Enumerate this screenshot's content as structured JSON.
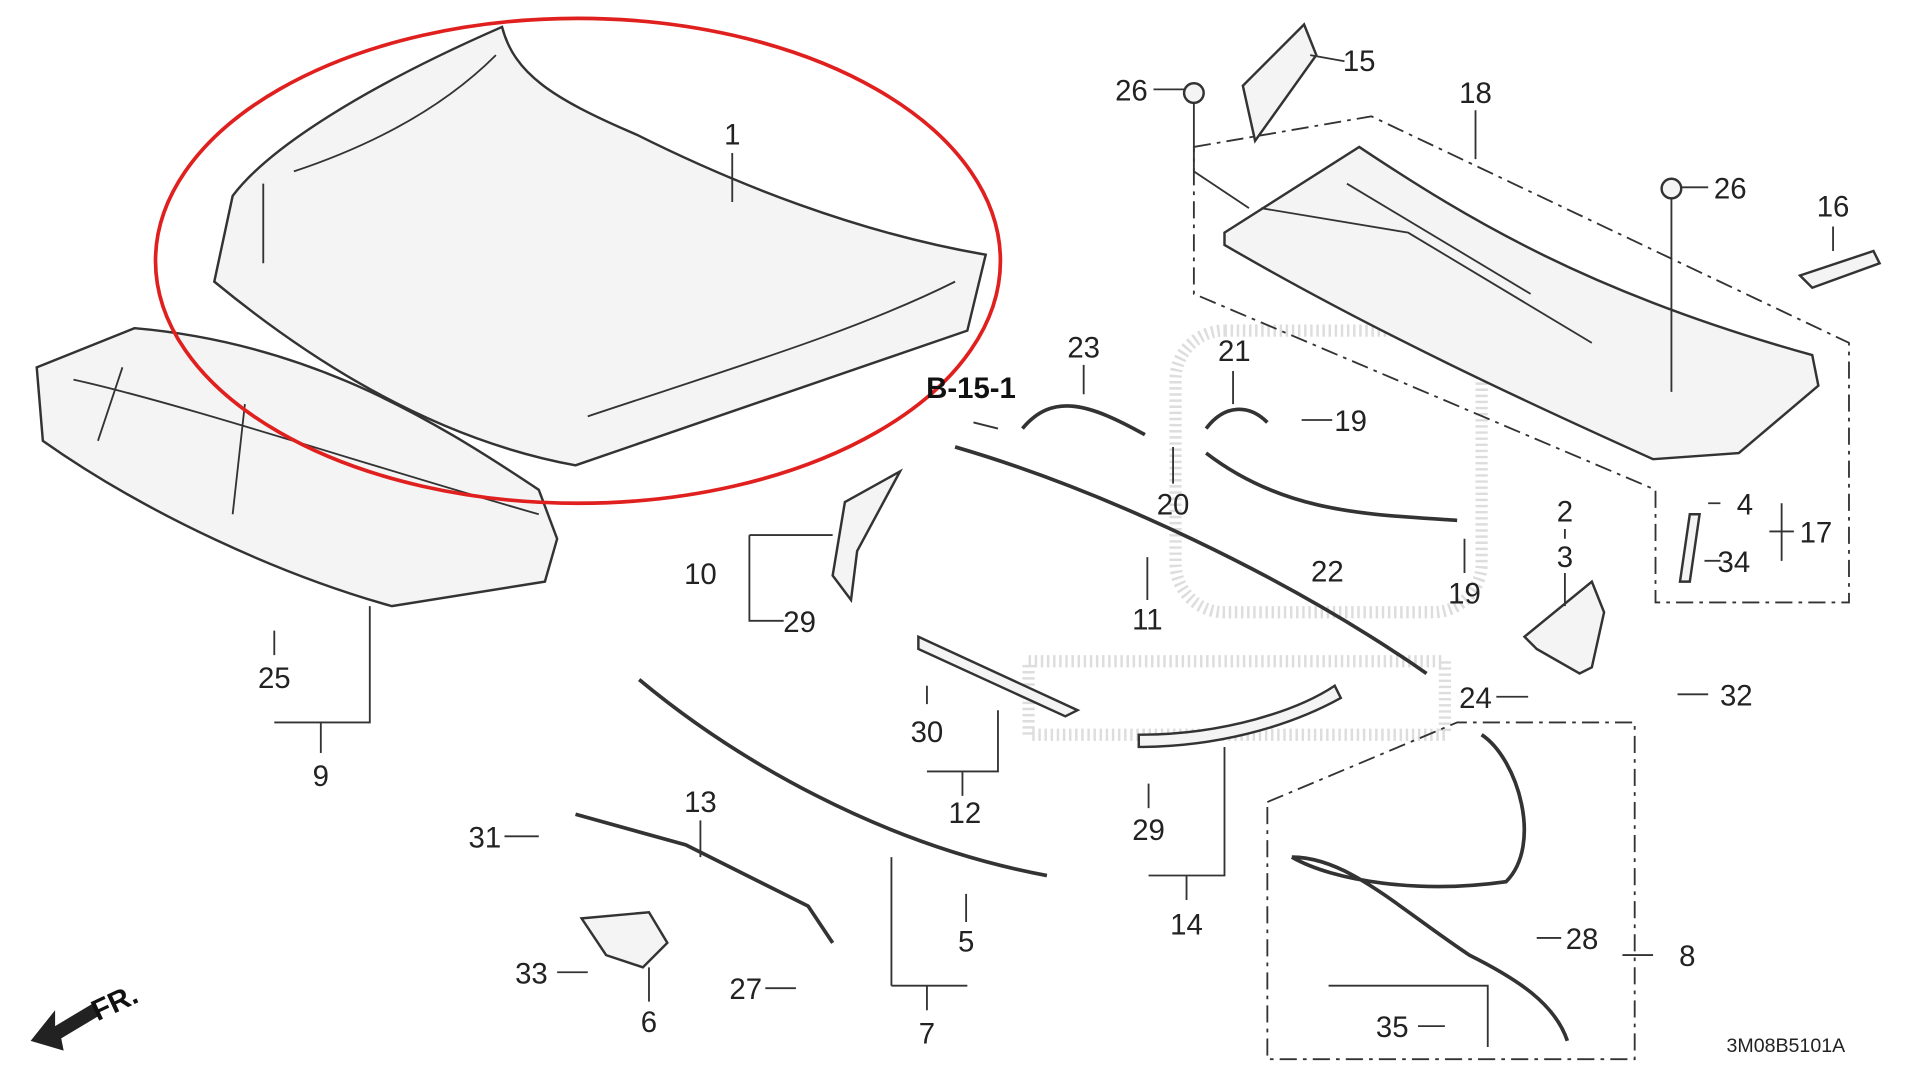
{
  "diagram": {
    "diagram_code": "3M08B5101A",
    "front_arrow_label": "FR.",
    "reference_label": "B-15-1",
    "highlight_color": "#e0201e",
    "callouts": {
      "p1": "1",
      "p15": "15",
      "p26a": "26",
      "p18": "18",
      "p26b": "26",
      "p16": "16",
      "p23": "23",
      "p21": "21",
      "p19a": "19",
      "p20": "20",
      "p22": "22",
      "p19b": "19",
      "p2": "2",
      "p3": "3",
      "p4": "4",
      "p17": "17",
      "p34": "34",
      "p10": "10",
      "p29a": "29",
      "p11": "11",
      "p25": "25",
      "p9": "9",
      "p24": "24",
      "p32": "32",
      "p30": "30",
      "p12": "12",
      "p29b": "29",
      "p14": "14",
      "p13": "13",
      "p31": "31",
      "p5": "5",
      "p33": "33",
      "p27": "27",
      "p6": "6",
      "p7": "7",
      "p28": "28",
      "p8": "8",
      "p35": "35"
    }
  }
}
